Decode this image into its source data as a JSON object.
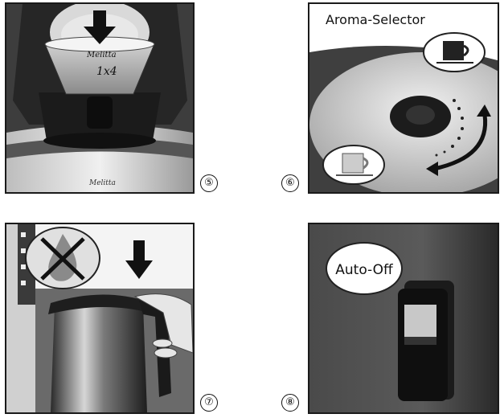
{
  "figure5": {
    "number": "⑤",
    "filter_brand": "Melitta",
    "filter_size": "1x4",
    "base_brand": "Melitta"
  },
  "figure6": {
    "number": "⑥",
    "title": "Aroma-Selector"
  },
  "figure7": {
    "number": "⑦"
  },
  "figure8": {
    "number": "⑧",
    "label": "Auto-Off"
  },
  "colors": {
    "dark": "#1a1a1a",
    "gray": "#6e6e6e",
    "light": "#d8d8d8"
  }
}
